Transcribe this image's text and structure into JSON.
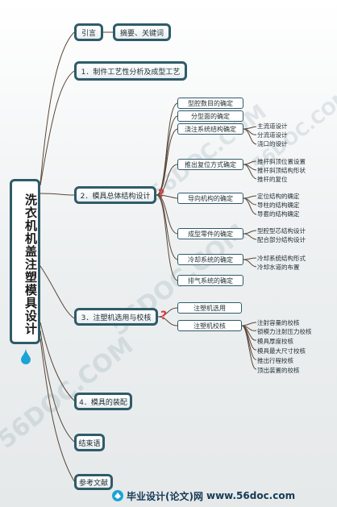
{
  "root": {
    "title": "洗衣机机盖注塑模具设计"
  },
  "top_nodes": {
    "intro": "引言",
    "abstract": "摘要、关键词"
  },
  "sections": {
    "s1": "1．制件工艺性分析及成型工艺",
    "s2": "2．模具总体结构设计",
    "s3": "3．注塑机选用与校核",
    "s4": "4．模具的装配",
    "conclusion": "结束语",
    "references": "参考文献"
  },
  "s2_children": [
    {
      "label": "型腔数目的确定",
      "leaves": []
    },
    {
      "label": "分型面的确定",
      "leaves": []
    },
    {
      "label": "浇注系统结构确定",
      "leaves": [
        "主流道设计",
        "分流道设计",
        "浇口的设计"
      ]
    },
    {
      "label": "推出复位方式确定",
      "leaves": [
        "推杆斜顶位置设置",
        "推杆斜顶结构形状",
        "推杆的复位"
      ]
    },
    {
      "label": "导向机构的确定",
      "leaves": [
        "定位结构的确定",
        "导柱的结构确定",
        "导套的结构确定"
      ]
    },
    {
      "label": "成型零件的确定",
      "leaves": [
        "型腔型芯结构设计",
        "配合部分结构设计"
      ]
    },
    {
      "label": "冷却系统的确定",
      "leaves": [
        "冷却系统结构形式",
        "冷却水道的布置"
      ]
    },
    {
      "label": "排气系统的确定",
      "leaves": []
    }
  ],
  "s3_children": [
    {
      "label": "注塑机选用",
      "leaves": []
    },
    {
      "label": "注塑机校核",
      "leaves": [
        "注射容量的校核",
        "锁模力注射压力校核",
        "模具厚度校核",
        "模具最大尺寸校核",
        "推出行程校核",
        "顶出装置的校核"
      ]
    }
  ],
  "markers": {
    "question": "?"
  },
  "footer": {
    "brand": "毕业设计(论文)网",
    "url": "www.56doc.com"
  },
  "watermark": "56DOC.COM",
  "colors": {
    "line": "#5a4638",
    "border": "#2f5b69",
    "accent_red": "#d9363e",
    "drop": "#1ba3d6"
  }
}
